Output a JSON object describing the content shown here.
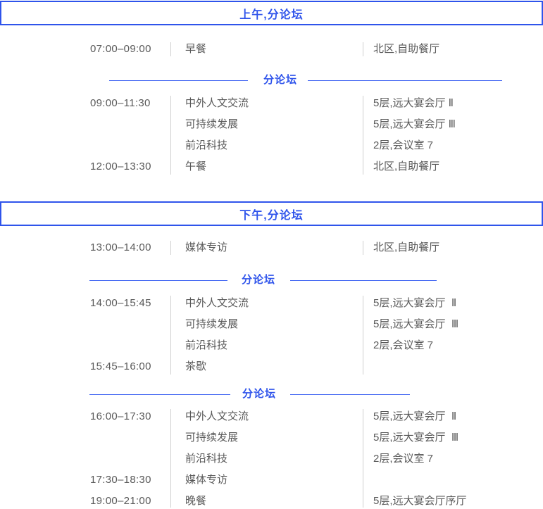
{
  "colors": {
    "accent_blue": "#2F54EB",
    "divider_line_blue": "#3E63F2",
    "row_text_gray": "#595959",
    "column_rule_gray": "#CFCFCF",
    "background": "#FFFFFF"
  },
  "sections": [
    {
      "header": "上午,分论坛",
      "blocks": [
        {
          "kind": "rows",
          "rows": [
            {
              "time": "07:00–09:00",
              "event": "早餐",
              "location": "北区,自助餐厅"
            }
          ]
        },
        {
          "kind": "divider",
          "label": "分论坛"
        },
        {
          "kind": "rows",
          "rows": [
            {
              "time": "09:00–11:30",
              "event": "中外人文交流",
              "location": "5层,远大宴会厅 Ⅱ"
            },
            {
              "time": "",
              "event": "可持续发展",
              "location": "5层,远大宴会厅 Ⅲ"
            },
            {
              "time": "",
              "event": "前沿科技",
              "location": "2层,会议室 7"
            },
            {
              "time": "12:00–13:30",
              "event": "午餐",
              "location": "北区,自助餐厅"
            }
          ]
        }
      ]
    },
    {
      "header": "下午,分论坛",
      "blocks": [
        {
          "kind": "rows",
          "rows": [
            {
              "time": "13:00–14:00",
              "event": "媒体专访",
              "location": "北区,自助餐厅"
            }
          ]
        },
        {
          "kind": "divider",
          "label": "分论坛"
        },
        {
          "kind": "rows",
          "rows": [
            {
              "time": "14:00–15:45",
              "event": "中外人文交流",
              "location": "5层,远大宴会厅  Ⅱ"
            },
            {
              "time": "",
              "event": "可持续发展",
              "location": "5层,远大宴会厅  Ⅲ"
            },
            {
              "time": "",
              "event": "前沿科技",
              "location": "2层,会议室 7"
            },
            {
              "time": "15:45–16:00",
              "event": "茶歇",
              "location": ""
            }
          ]
        },
        {
          "kind": "divider",
          "label": "分论坛"
        },
        {
          "kind": "rows",
          "rows": [
            {
              "time": "16:00–17:30",
              "event": "中外人文交流",
              "location": "5层,远大宴会厅  Ⅱ"
            },
            {
              "time": "",
              "event": "可持续发展",
              "location": "5层,远大宴会厅  Ⅲ"
            },
            {
              "time": "",
              "event": "前沿科技",
              "location": "2层,会议室 7"
            },
            {
              "time": "17:30–18:30",
              "event": "媒体专访",
              "location": ""
            },
            {
              "time": "19:00–21:00",
              "event": "晚餐",
              "location": "5层,远大宴会厅序厅"
            }
          ]
        }
      ]
    }
  ]
}
